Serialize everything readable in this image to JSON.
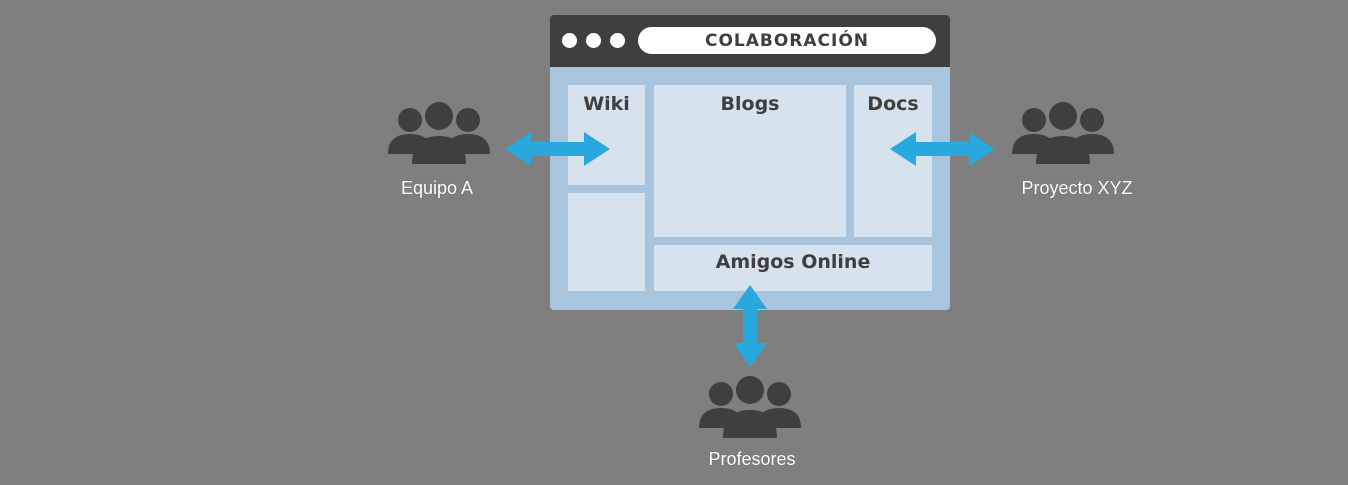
{
  "window": {
    "title": "COLABORACIÓN",
    "panels": {
      "wiki": "Wiki",
      "blogs": "Blogs",
      "docs": "Docs",
      "amigos": "Amigos Online"
    }
  },
  "groups": {
    "left": "Equipo A",
    "right": "Proyecto XYZ",
    "bottom": "Profesores"
  },
  "colors": {
    "background": "#7f7f7f",
    "window_frame": "#a9c5de",
    "panel": "#d6e3ef",
    "titlebar": "#3f3f3f",
    "arrow": "#29a8e0",
    "people": "#3f3f3f"
  },
  "icons": {
    "people": "people-group-icon",
    "arrow": "double-arrow-icon"
  }
}
